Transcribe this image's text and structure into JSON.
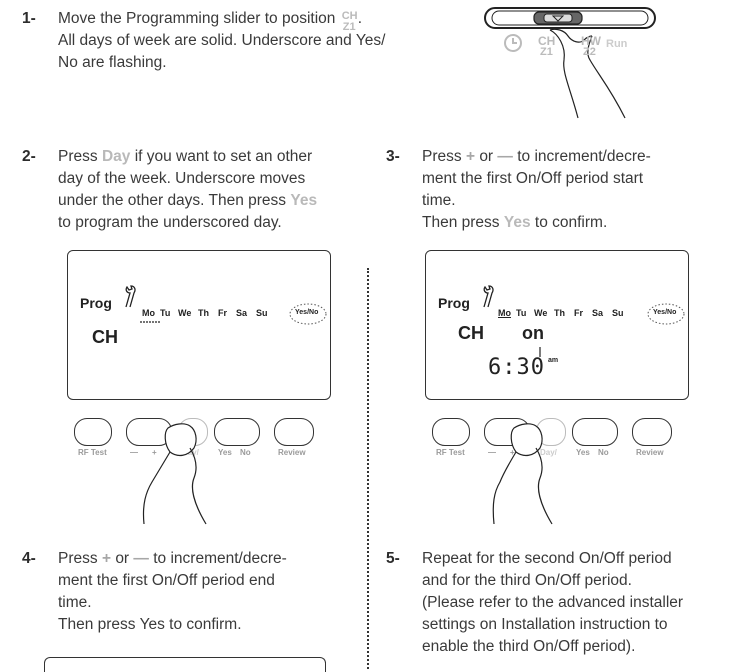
{
  "step1": {
    "number": "1-",
    "line1_a": "Move the Programming slider to position",
    "pos_top": "CH",
    "pos_bottom": "Z1",
    "line2": "All days of week are solid. Underscore and Yes/",
    "line3": "No are flashing.",
    "slider": {
      "ch_top": "CH",
      "ch_bottom": "Z1",
      "hw_top": "HW",
      "hw_bottom": "Z2",
      "run": "Run"
    }
  },
  "step2": {
    "number": "2-",
    "line1_a": "Press",
    "line1_b": "Day",
    "line1_c": "if you want to set an other",
    "line2": "day of the week. Underscore moves",
    "line3": "under the other days. Then press",
    "line3_b": "Yes",
    "line4": "to program the underscored day."
  },
  "step3": {
    "number": "3-",
    "line1_a": "Press",
    "line1_plus": "+",
    "line1_b": "or",
    "line1_minus": "—",
    "line1_c": "to increment/decre-",
    "line2": "ment the first On/Off period start",
    "line3": "time.",
    "line4_a": "Then press",
    "line4_b": "Yes",
    "line4_c": "to confirm."
  },
  "step4": {
    "number": "4-",
    "line1_a": "Press",
    "line1_plus": "+",
    "line1_b": "or",
    "line1_minus": "—",
    "line1_c": "to increment/decre-",
    "line2": "ment the first On/Off period end",
    "line3": "time.",
    "line4": "Then press Yes to confirm."
  },
  "step5": {
    "number": "5-",
    "line1": "Repeat for the second On/Off period",
    "line2": "and for the third On/Off period.",
    "line3": "(Please refer to the advanced installer",
    "line4": "settings on Installation instruction to",
    "line5": "enable the third On/Off period)."
  },
  "display_left": {
    "prog": "Prog",
    "days": [
      "Mo",
      "Tu",
      "We",
      "Th",
      "Fr",
      "Sa",
      "Su"
    ],
    "yesno": "Yes/No",
    "ch": "CH"
  },
  "display_right": {
    "prog": "Prog",
    "days": [
      "Mo",
      "Tu",
      "We",
      "Th",
      "Fr",
      "Sa",
      "Su"
    ],
    "yesno": "Yes/No",
    "ch": "CH",
    "on": "on",
    "time": "6:30",
    "ampm": "am"
  },
  "buttons": {
    "rf_test": "RF Test",
    "minus": "—",
    "plus": "+",
    "day": "Day/",
    "yes": "Yes",
    "no": "No",
    "review": "Review"
  }
}
